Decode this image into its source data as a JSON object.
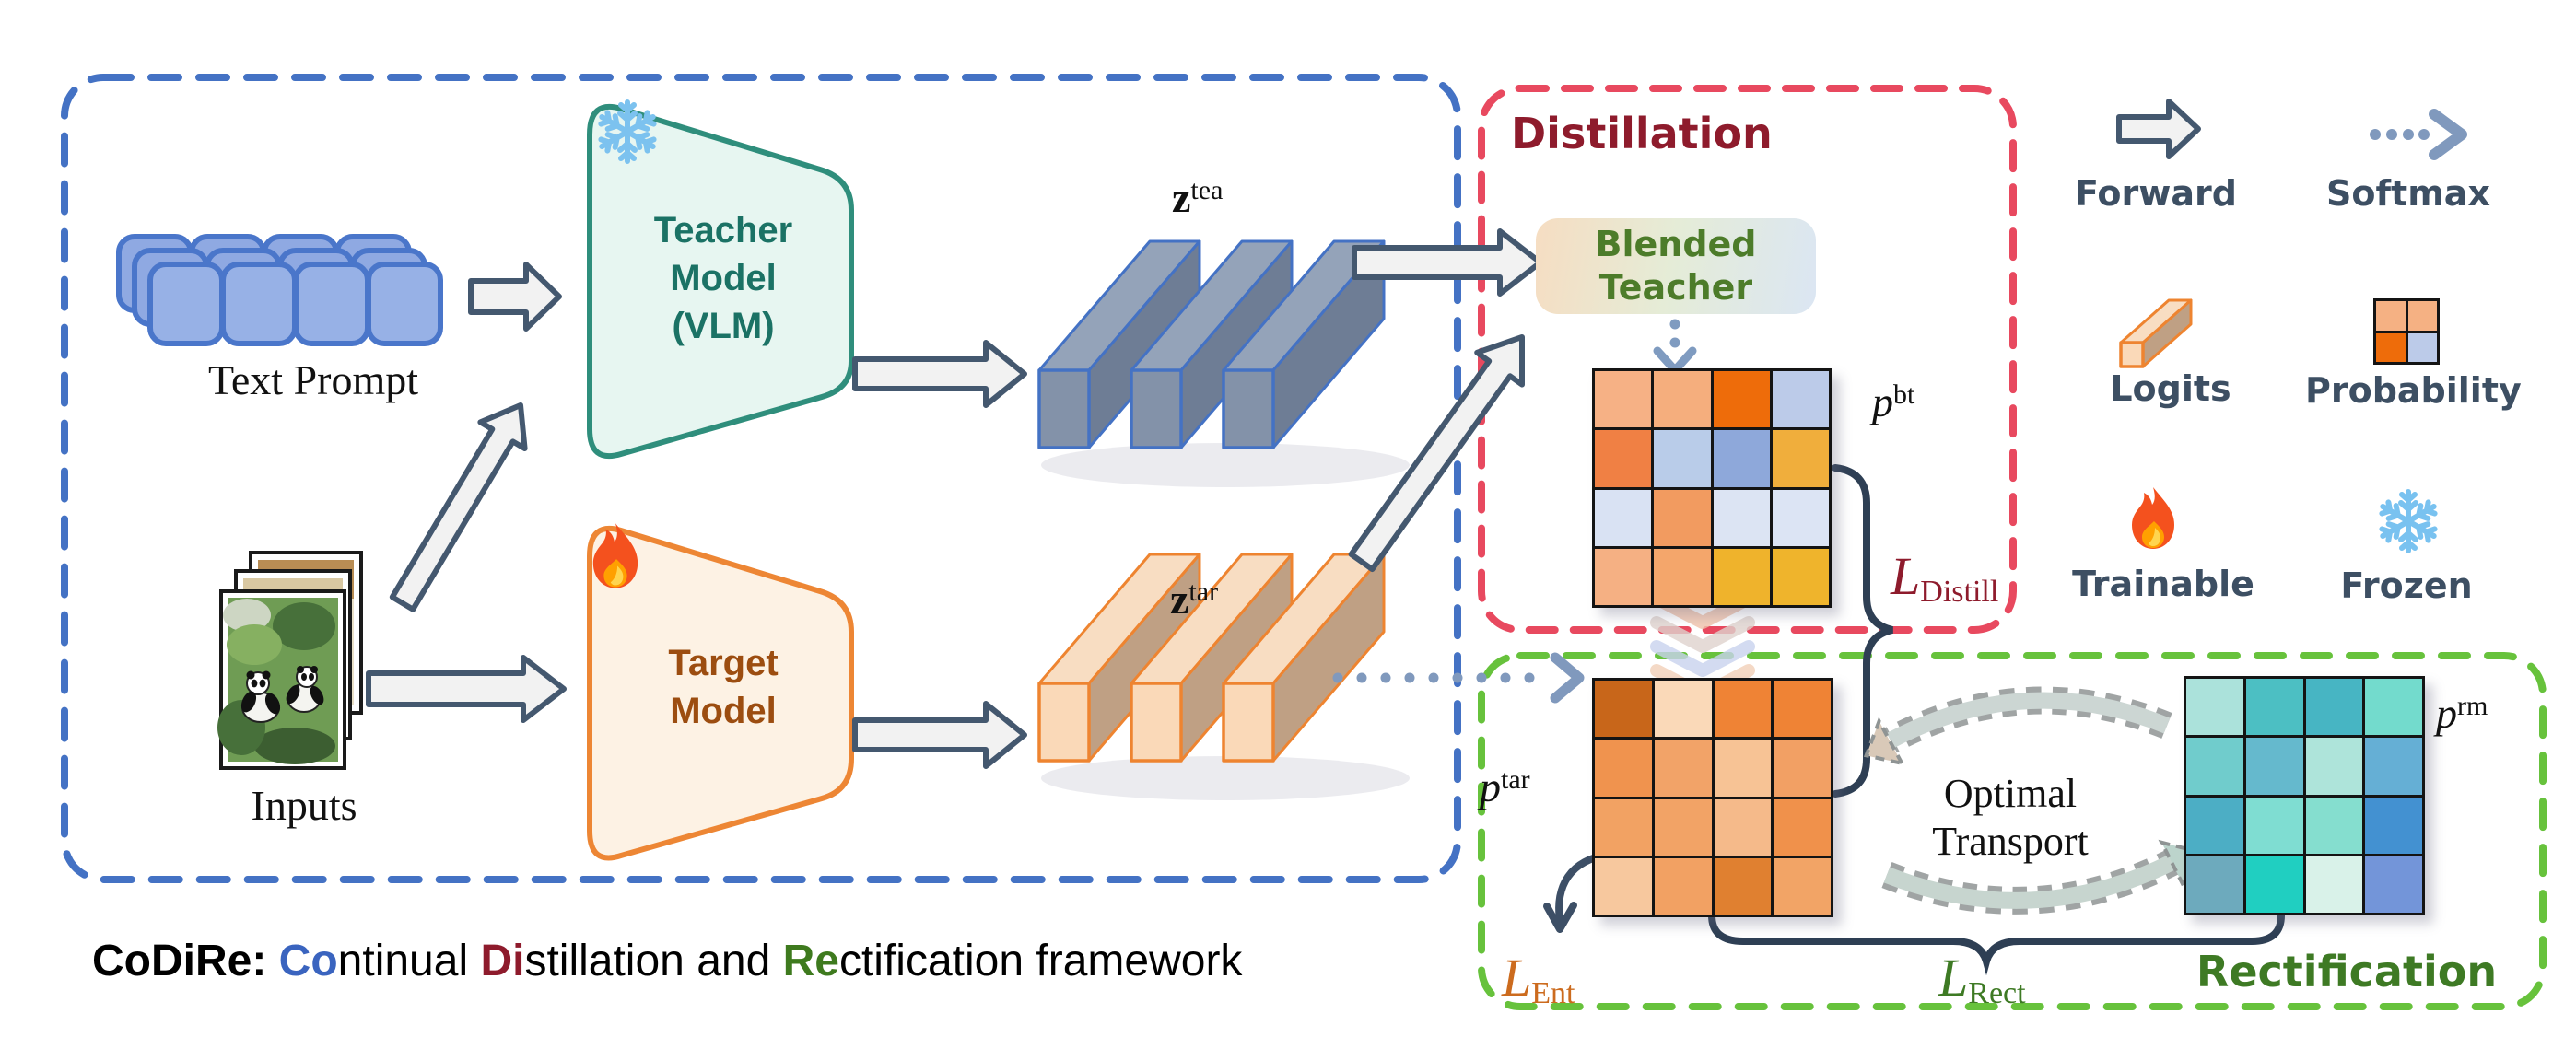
{
  "colors": {
    "blue_box_dash": "#4472c4",
    "red_box_dash": "#e8495f",
    "green_box_dash": "#67c23c",
    "arrow_stroke": "#44586f",
    "arrow_fill": "#f2f2f2",
    "softmax_dot": "#8099bd",
    "teacher_accent": "#2f8e7c",
    "target_accent": "#ed8634",
    "distill_accent": "#8e1b2c",
    "rectify_accent": "#3e7a24",
    "ent_accent": "#cc6b1e",
    "legend_text": "#3d5166"
  },
  "blue_box": {
    "text_prompt_label": "Text Prompt",
    "inputs_label": "Inputs",
    "teacher": {
      "line1": "Teacher",
      "line2": "Model",
      "line3": "(VLM)"
    },
    "target": {
      "line1": "Target",
      "line2": "Model"
    }
  },
  "symbols": {
    "z_tea": {
      "base": "z",
      "sup": "tea"
    },
    "z_tar": {
      "base": "z",
      "sup": "tar"
    },
    "p_bt": {
      "base": "p",
      "sup": "bt"
    },
    "p_tar": {
      "base": "p",
      "sup": "tar"
    },
    "p_rm": {
      "base": "p",
      "sup": "rm"
    }
  },
  "distillation": {
    "title": "Distillation",
    "blended_teacher": {
      "line1": "Blended",
      "line2": "Teacher"
    },
    "loss_distill": {
      "base": "L",
      "sub": "Distill"
    }
  },
  "rectification": {
    "title": "Rectification",
    "optimal_transport": {
      "line1": "Optimal",
      "line2": "Transport"
    },
    "loss_ent": {
      "base": "L",
      "sub": "Ent"
    },
    "loss_rect": {
      "base": "L",
      "sub": "Rect"
    }
  },
  "matrices": {
    "p_bt": {
      "rows": [
        [
          "#f6b185",
          "#f5ae7d",
          "#ee6c0a",
          "#bccbe9"
        ],
        [
          "#f08044",
          "#b9cce9",
          "#8ea8da",
          "#f0ae3c"
        ],
        [
          "#d9e2f3",
          "#f29b60",
          "#dce4f3",
          "#dce4f4"
        ],
        [
          "#f5b083",
          "#f4a66b",
          "#efb32c",
          "#efb42c"
        ]
      ]
    },
    "p_tar": {
      "rows": [
        [
          "#c8661a",
          "#fad9b8",
          "#ef8335",
          "#ef8335"
        ],
        [
          "#f0934e",
          "#f2a368",
          "#f7c395",
          "#f2a064"
        ],
        [
          "#f2a263",
          "#f2a366",
          "#f5ba8a",
          "#f0914b"
        ],
        [
          "#f7c89e",
          "#f2a163",
          "#e08030",
          "#f2a466"
        ]
      ]
    },
    "p_rm": {
      "rows": [
        [
          "#abe2db",
          "#4cbfc3",
          "#47b5c3",
          "#73dbcd"
        ],
        [
          "#70cccc",
          "#65b9cd",
          "#aee4da",
          "#65afd5"
        ],
        [
          "#4caec5",
          "#7fddd2",
          "#85decf",
          "#4391d1"
        ],
        [
          "#6daabd",
          "#20cfc1",
          "#d9f2e9",
          "#7395d9"
        ]
      ]
    },
    "probability_icon": {
      "rows": [
        [
          "#f5b183",
          "#f5b183"
        ],
        [
          "#ee6c0a",
          "#bccbe9"
        ]
      ]
    }
  },
  "legend": {
    "forward": "Forward",
    "softmax": "Softmax",
    "logits": "Logits",
    "probability": "Probability",
    "trainable": "Trainable",
    "frozen": "Frozen"
  },
  "caption": {
    "segments": [
      {
        "text": "CoDiRe",
        "color": "#000000",
        "bold": true
      },
      {
        "text": ": ",
        "color": "#000000",
        "bold": true
      },
      {
        "text": "Co",
        "color": "#3a64bf",
        "bold": true
      },
      {
        "text": "ntinual ",
        "color": "#000000",
        "bold": false
      },
      {
        "text": "Di",
        "color": "#8e1b2c",
        "bold": true
      },
      {
        "text": "stillation and ",
        "color": "#000000",
        "bold": false
      },
      {
        "text": "Re",
        "color": "#3e7a1e",
        "bold": true
      },
      {
        "text": "ctification framework",
        "color": "#000000",
        "bold": false
      }
    ]
  }
}
